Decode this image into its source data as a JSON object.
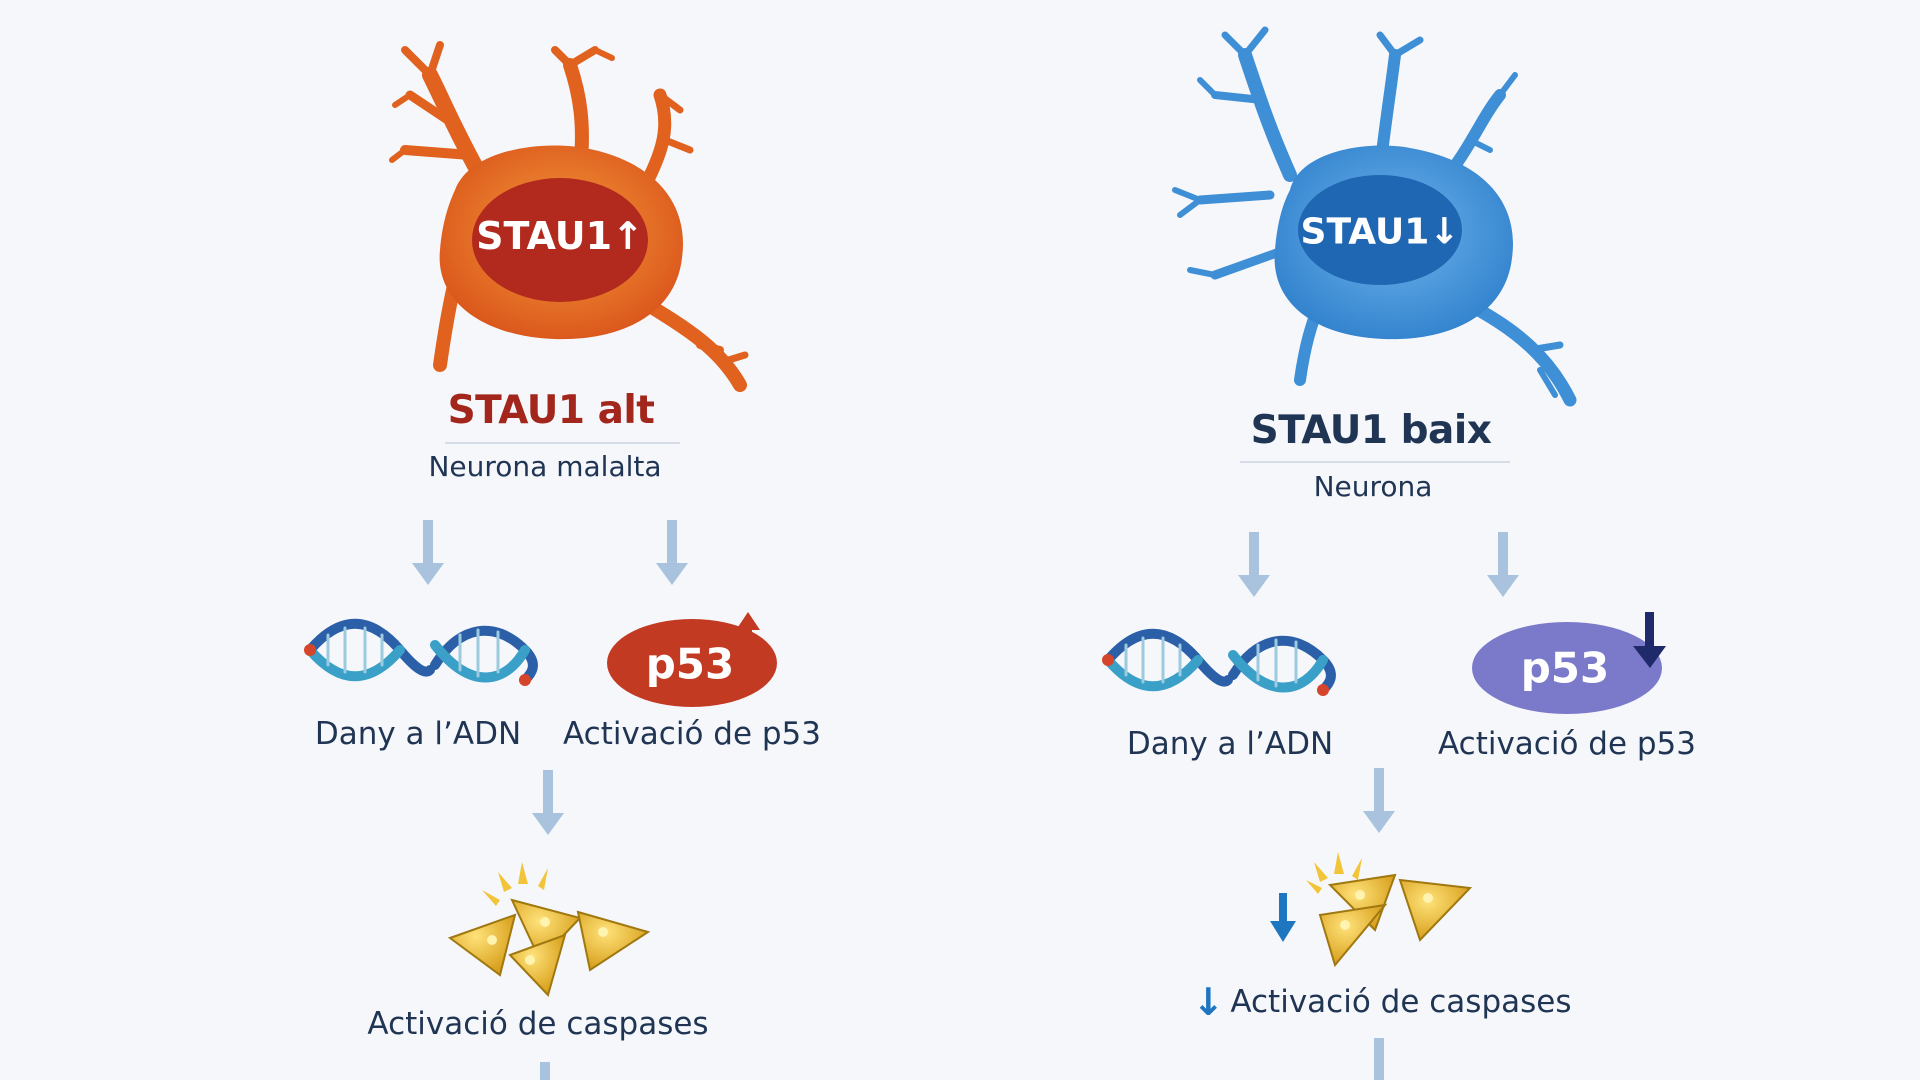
{
  "left": {
    "cell_badge": "STAU1",
    "cell_badge_trend": "up",
    "title": "STAU1 alt",
    "subtitle": "Neurona malalta",
    "dna_label": "Dany a l’ADN",
    "p53_badge": "p53",
    "p53_trend": "up",
    "p53_label": "Activació de p53",
    "caspase_label": "Activació de caspases",
    "colors": {
      "cell": "#e0621e",
      "nucleus": "#b22a1e",
      "title": "#a3261c",
      "p53": "#c33a22"
    }
  },
  "right": {
    "cell_badge": "STAU1",
    "cell_badge_trend": "down",
    "title": "STAU1 baix",
    "subtitle": "Neurona",
    "dna_label": "Dany a l’ADN",
    "p53_badge": "p53",
    "p53_trend": "down",
    "p53_label": "Activació de p53",
    "caspase_label": "Activació de caspases",
    "caspase_trend": "down",
    "colors": {
      "cell": "#3e8fd6",
      "nucleus": "#1f66b3",
      "title": "#1f3553",
      "p53": "#7b79c9"
    }
  },
  "colors": {
    "arrow": "#a9c3de",
    "text": "#1f3553",
    "caspase": "#e6b82a",
    "trend_down": "#1f76c0"
  },
  "icons": [
    "neuron-icon",
    "dna-icon",
    "caspase-icon",
    "arrow-down-icon",
    "arrow-up-icon"
  ]
}
